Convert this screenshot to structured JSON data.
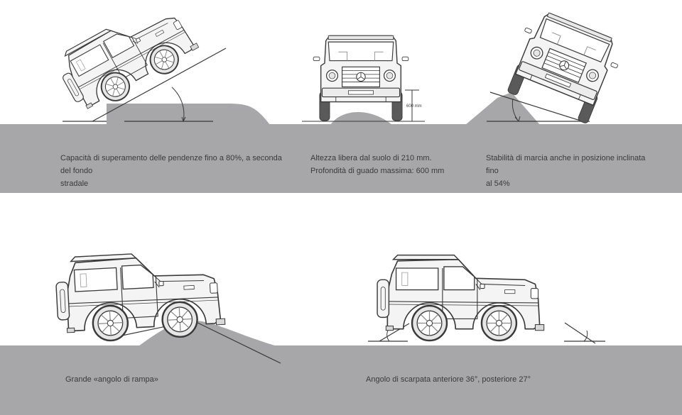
{
  "panels": [
    {
      "id": "gradeability",
      "caption": "Capacità di superamento delle pendenze fino a 80%, a seconda del fondo\nstradale"
    },
    {
      "id": "ground-clearance",
      "caption": "Altezza libera dal suolo di 210 mm.\nProfondità di guado massima: 600 mm",
      "dimension_label": "600 mm"
    },
    {
      "id": "tilt-stability",
      "caption": "Stabilità di marcia anche in posizione inclinata fino\nal 54%"
    },
    {
      "id": "ramp-angle",
      "caption": "Grande «angolo di rampa»"
    },
    {
      "id": "approach-departure",
      "caption": "Angolo di scarpata anteriore 36°, posteriore 27°"
    }
  ],
  "colors": {
    "ground": "#a7a7a9",
    "vehicle_fill": "#f4f4f4",
    "vehicle_line": "#3a3a3a",
    "text": "#3a3a3a"
  }
}
